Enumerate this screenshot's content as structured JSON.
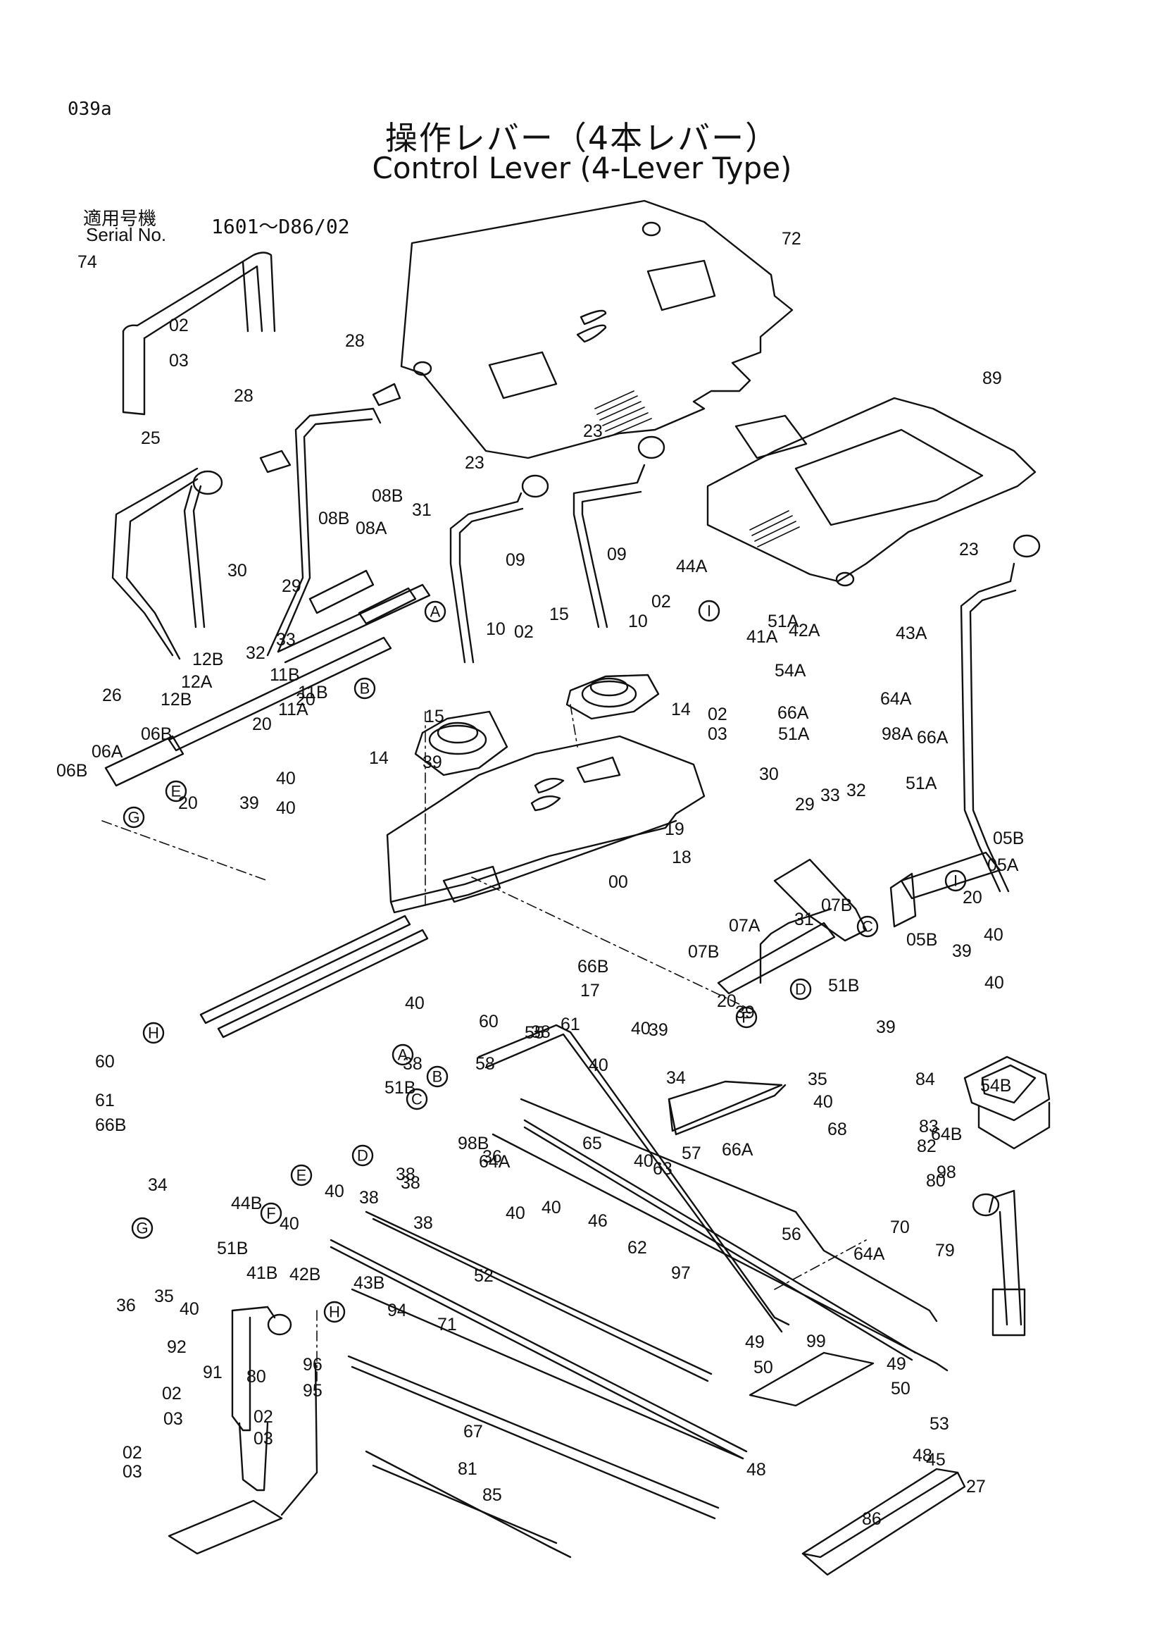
{
  "header": {
    "page_code": "039a",
    "title_jp": "操作レバー（4本レバー）",
    "title_en": "Control Lever (4-Lever Type)",
    "serial_label_jp": "適用号機",
    "serial_label_en": "Serial No.",
    "serial_value": "1601～D86/02"
  },
  "part_labels": [
    "74",
    "02",
    "03",
    "28",
    "28",
    "25",
    "72",
    "89",
    "23",
    "23",
    "23",
    "08B",
    "31",
    "08B",
    "08A",
    "09",
    "09",
    "30",
    "29",
    "32",
    "33",
    "44A",
    "51A",
    "41A",
    "42A",
    "43A",
    "10",
    "02",
    "10",
    "02",
    "15",
    "15",
    "54A",
    "66A",
    "64A",
    "51A",
    "98A",
    "12B",
    "12A",
    "11B",
    "11A",
    "11B",
    "20",
    "20",
    "26",
    "12B",
    "06B",
    "06A",
    "06B",
    "20",
    "39",
    "40",
    "40",
    "39",
    "14",
    "14",
    "02",
    "03",
    "00",
    "19",
    "18",
    "30",
    "29",
    "33",
    "32",
    "51A",
    "66A",
    "05B",
    "05A",
    "20",
    "40",
    "39",
    "05B",
    "07B",
    "07A",
    "31",
    "07B",
    "20",
    "40",
    "39",
    "51B",
    "66B",
    "17",
    "40",
    "39",
    "60",
    "61",
    "38",
    "40",
    "55",
    "40",
    "58",
    "39",
    "34",
    "60",
    "61",
    "54B",
    "66B",
    "64B",
    "51B",
    "98B",
    "36",
    "35",
    "40",
    "68",
    "66A",
    "65",
    "57",
    "40",
    "63",
    "38",
    "64A",
    "38",
    "40",
    "38",
    "38",
    "40",
    "38",
    "40",
    "46",
    "62",
    "56",
    "70",
    "64A",
    "98",
    "84",
    "83",
    "82",
    "80",
    "79",
    "34",
    "44B",
    "40",
    "51B",
    "41B",
    "42B",
    "43B",
    "36",
    "35",
    "40",
    "52",
    "71",
    "97",
    "99",
    "92",
    "91",
    "80",
    "94",
    "96",
    "95",
    "02",
    "03",
    "02",
    "03",
    "02",
    "03",
    "67",
    "49",
    "50",
    "49",
    "50",
    "53",
    "48",
    "48",
    "45",
    "86",
    "27",
    "81",
    "85"
  ],
  "circle_labels": [
    "A",
    "B",
    "C",
    "D",
    "E",
    "F",
    "G",
    "H",
    "I",
    "A",
    "B",
    "C",
    "D",
    "E",
    "F",
    "G",
    "H",
    "I"
  ]
}
